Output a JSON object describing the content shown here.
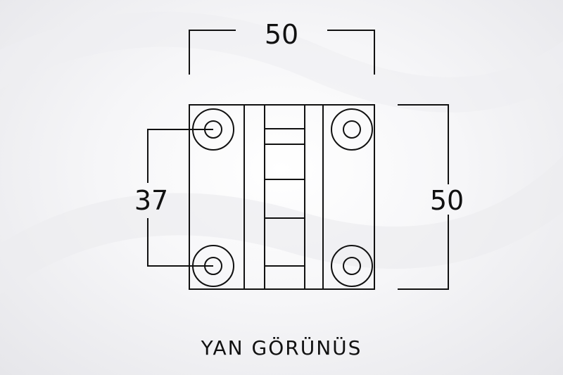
{
  "dimensions": {
    "width": "50",
    "height": "50",
    "hole_spacing": "37"
  },
  "caption": "YAN GÖRÜNÜS",
  "colors": {
    "line": "#111111",
    "background": "#f4f4f6"
  }
}
